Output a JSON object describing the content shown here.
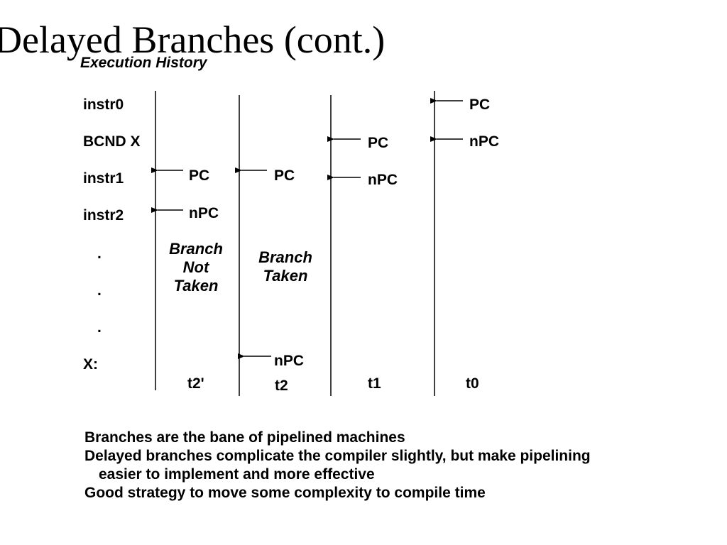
{
  "slide": {
    "title": "Delayed Branches (cont.)",
    "subtitle": "Execution History"
  },
  "instructions": [
    "instr0",
    "BCND X",
    "instr1",
    "instr2",
    ".",
    ".",
    ".",
    "X:"
  ],
  "columns": {
    "t2_prime": {
      "time_label": "t2'",
      "pc_label": "PC",
      "npc_label": "nPC",
      "outcome_lines": [
        "Branch",
        "Not",
        "Taken"
      ]
    },
    "t2": {
      "time_label": "t2",
      "pc_label": "PC",
      "npc_label": "nPC",
      "outcome_lines": [
        "Branch",
        "Taken"
      ]
    },
    "t1": {
      "time_label": "t1",
      "pc_label": "PC",
      "npc_label": "nPC"
    },
    "t0": {
      "time_label": "t0",
      "pc_label": "PC",
      "npc_label": "nPC"
    }
  },
  "notes": {
    "line1": "Branches are the bane of pipelined machines",
    "line2": "Delayed branches complicate the compiler slightly, but make pipelining",
    "line2_cont": "easier to implement and more effective",
    "line3": "Good strategy to move some complexity to compile time"
  }
}
